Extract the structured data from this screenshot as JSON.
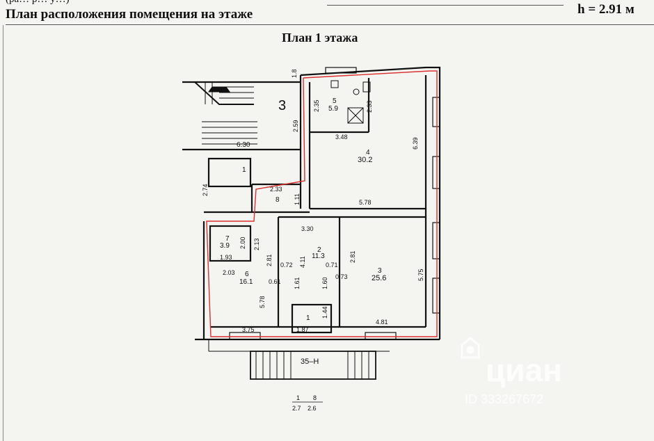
{
  "header": {
    "cut_text": "(ра… р… у…)",
    "title": "План расположения помещения на этаже",
    "height_label": "h = 2.91 м"
  },
  "plan": {
    "title": "План 1 этажа",
    "stair_label": "3",
    "stair_dim": "6.30",
    "room_labels": {
      "r1": "1",
      "r1b": "1",
      "r2_num": "2",
      "r2_area": "11.3",
      "r3_num": "3",
      "r3_area": "25.6",
      "r4_num": "4",
      "r4_area": "30.2",
      "r5_num": "5",
      "r5_area": "5.9",
      "r6_num": "6",
      "r6_area": "16.1",
      "r7_num": "7",
      "r7_area": "3.9",
      "r8_num": "8"
    },
    "dimensions": {
      "d_235": "2.35",
      "d_233": "2.33",
      "d_348": "3.48",
      "d_639": "6.39",
      "d_259": "2.59",
      "d_274": "2.74",
      "d_233b": "2.33",
      "d_111": "1.11",
      "d_578a": "5.78",
      "d_330": "3.30",
      "d_200": "2.00",
      "d_213": "2.13",
      "d_193": "1.93",
      "d_281a": "2.81",
      "d_411": "4.11",
      "d_072": "0.72",
      "d_071": "0.71",
      "d_281b": "2.81",
      "d_203": "2.03",
      "d_061": "0.61",
      "d_161": "1.61",
      "d_160": "1.60",
      "d_073": "0.73",
      "d_575": "5.75",
      "d_578b": "5.78",
      "d_144": "1.44",
      "d_375": "3.75",
      "d_187": "1.87",
      "d_481": "4.81",
      "d_18": "1.8"
    },
    "porch_label": "35–Н",
    "scale": {
      "n1": "1",
      "n2": "8",
      "d1": "2.7",
      "d2": "2.6"
    }
  },
  "watermark": {
    "brand": "циан",
    "id": "ID 333267672"
  },
  "colors": {
    "wall": "#111111",
    "boundary": "#d93030",
    "watermark": "#ffffff"
  }
}
